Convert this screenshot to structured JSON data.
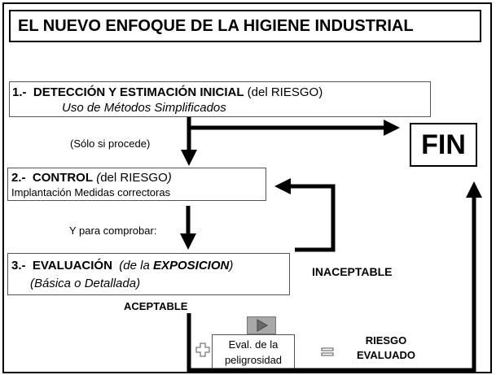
{
  "title": "EL NUEVO ENFOQUE DE LA HIGIENE INDUSTRIAL",
  "step1": {
    "number": "1.-",
    "heading": "DETECCIÓN Y ESTIMACIÓN INICIAL",
    "qualifier": "(del RIESGO)",
    "subtitle": "Uso de Métodos Simplificados"
  },
  "note_solo": "(Sólo si procede)",
  "fin": "FIN",
  "step2": {
    "number": "2.-",
    "heading": "CONTROL",
    "qualifier_open": "(",
    "qualifier_text": "del RIESGO",
    "qualifier_close": ")",
    "subtitle": "Implantación Medidas correctoras"
  },
  "note_comprobar": "Y para comprobar:",
  "step3": {
    "number": "3.-",
    "heading": "EVALUACIÓN",
    "qualifier_pre": "(de la",
    "qualifier_bold": "EXPOSICION",
    "qualifier_post": ")",
    "subtitle": "(Básica o Detallada)"
  },
  "inaceptable": "INACEPTABLE",
  "aceptable": "ACEPTABLE",
  "eval_box": {
    "line1": "Eval.  de la",
    "line2": "peligrosidad"
  },
  "plus_symbol": "✙",
  "equals_symbol": "=",
  "riesgo_evaluado": {
    "line1": "RIESGO",
    "line2": "EVALUADO"
  },
  "icons": {
    "play": "play-triangle-icon",
    "plus": "plus-outline-icon",
    "equals": "equals-icon"
  }
}
